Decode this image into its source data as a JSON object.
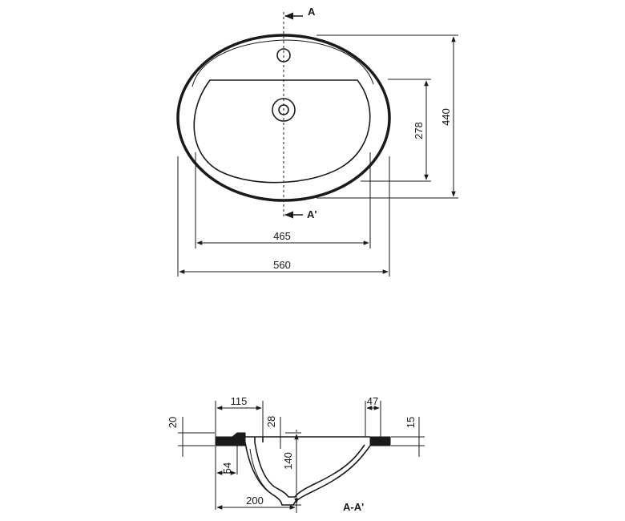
{
  "top_view": {
    "section_mark_top": "A",
    "section_mark_bottom": "A'",
    "dim_inner_width": "465",
    "dim_outer_width": "560",
    "dim_inner_depth": "278",
    "dim_outer_depth": "440"
  },
  "section_view": {
    "title": "A-A'",
    "dim_115": "115",
    "dim_47": "47",
    "dim_20": "20",
    "dim_28": "28",
    "dim_15": "15",
    "dim_140": "140",
    "dim_54": "54",
    "dim_200": "200"
  }
}
